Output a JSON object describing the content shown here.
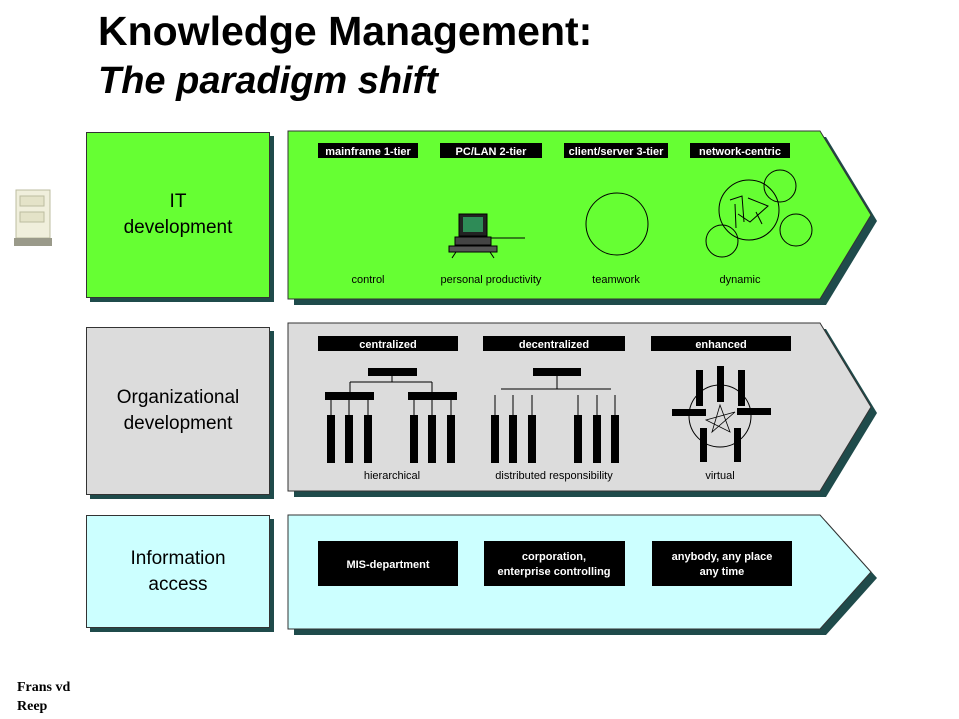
{
  "title": {
    "line1": "Knowledge Management:",
    "line2": "The paradigm shift"
  },
  "author": {
    "line1": "Frans vd",
    "line2": "Reep"
  },
  "colors": {
    "green": "#66ff33",
    "grey": "#dcdcdc",
    "cyan": "#ccffff",
    "shadow": "#1f4b4b"
  },
  "rows": [
    {
      "label_line1": "IT",
      "label_line2": "development",
      "stages": [
        {
          "tag": "mainframe 1-tier",
          "caption": "control",
          "icon": "none"
        },
        {
          "tag": "PC/LAN 2-tier",
          "caption": "personal productivity",
          "icon": "computer-icon"
        },
        {
          "tag": "client/server 3-tier",
          "caption": "teamwork",
          "icon": "circle-icon"
        },
        {
          "tag": "network-centric",
          "caption": "dynamic",
          "icon": "network-icon"
        }
      ]
    },
    {
      "label_line1": "Organizational",
      "label_line2": "development",
      "stages": [
        {
          "tag": "centralized",
          "caption": "hierarchical"
        },
        {
          "tag": "decentralized",
          "caption": "distributed responsibility"
        },
        {
          "tag": "enhanced",
          "caption": "virtual"
        }
      ]
    },
    {
      "label_line1": "Information",
      "label_line2": "access",
      "boxes": [
        {
          "line1": "MIS-department",
          "line2": ""
        },
        {
          "line1": "corporation,",
          "line2": "enterprise controlling"
        },
        {
          "line1": "anybody, any place",
          "line2": "any time"
        }
      ]
    }
  ]
}
